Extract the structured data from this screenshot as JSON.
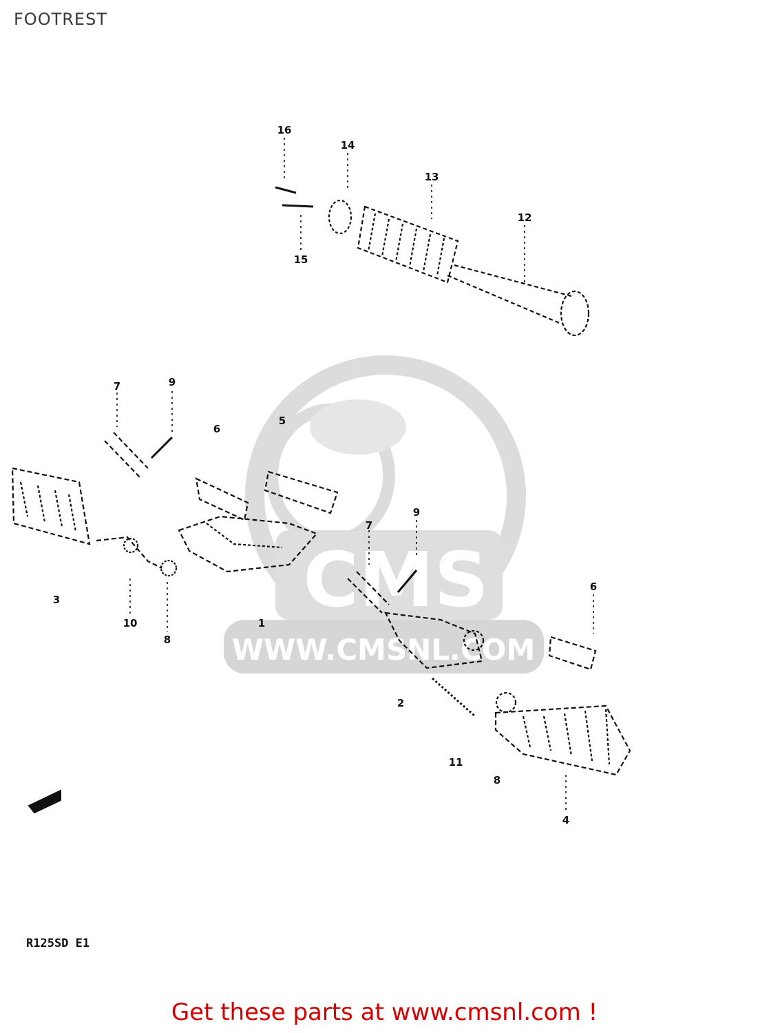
{
  "page": {
    "title": "FOOTREST",
    "model_code": "R125SD E1",
    "cta": "Get these parts at www.cmsnl.com !"
  },
  "watermark": {
    "brand": "CMS",
    "url": "WWW.CMSNL.COM",
    "color": "#d9d9d9"
  },
  "callouts": {
    "c16": "16",
    "c14": "14",
    "c13": "13",
    "c12": "12",
    "c15": "15",
    "c7a": "7",
    "c9a": "9",
    "c6a": "6",
    "c5": "5",
    "c3": "3",
    "c10": "10",
    "c8a": "8",
    "c1": "1",
    "c7b": "7",
    "c9b": "9",
    "c6b": "6",
    "c2": "2",
    "c11": "11",
    "c8b": "8",
    "c4": "4"
  },
  "colors": {
    "ink": "#111111",
    "cta": "#d40000"
  }
}
